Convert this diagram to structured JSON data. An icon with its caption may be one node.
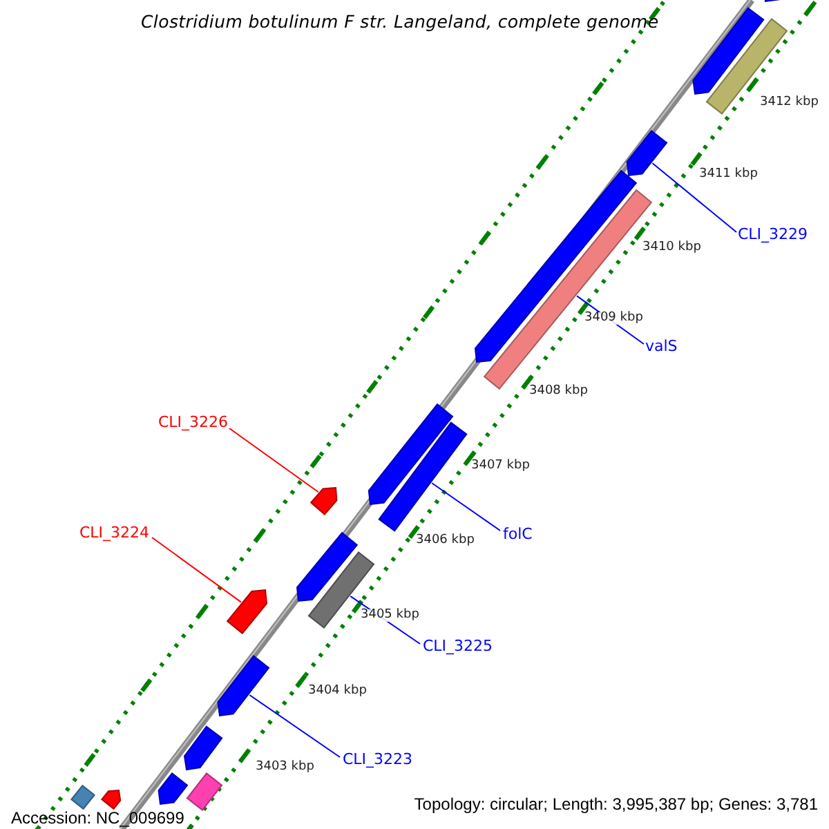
{
  "diagram": {
    "title": "Clostridium botulinum F str. Langeland, complete genome",
    "nodes": [
      {
        "text": [
          "CLI_3229"
        ]
      },
      {
        "text": [
          "valS"
        ]
      },
      {
        "text": [
          "CLI_3226"
        ]
      },
      {
        "text": [
          "CLI_3224"
        ]
      },
      {
        "text": [
          "folC"
        ]
      },
      {
        "text": [
          "CLI_3225"
        ]
      },
      {
        "text": [
          "CLI_3223"
        ]
      },
      {
        "text": [],
        "shape": "bar"
      },
      {
        "text": [],
        "shape": "bar"
      },
      {
        "text": [],
        "shape": "bar"
      },
      {
        "text": [],
        "shape": "bar"
      },
      {
        "text": [],
        "shape": "bar"
      },
      {
        "text": [],
        "shape": "bar"
      },
      {
        "text": [],
        "shape": "bar"
      },
      {
        "text": [],
        "shape": "bar"
      },
      {
        "text": [],
        "shape": "bar"
      },
      {
        "text": [],
        "shape": "bar"
      },
      {
        "text": [],
        "shape": "bar"
      },
      {
        "text": [],
        "shape": "bar"
      },
      {
        "text": [],
        "shape": "bar"
      },
      {
        "text": [],
        "shape": "bar"
      },
      {
        "text": [],
        "shape": "bar"
      },
      {
        "text": [],
        "shape": "bar"
      },
      {
        "text": [],
        "shape": "bar"
      },
      {
        "text": [],
        "shape": "bar"
      }
    ],
    "edges": [
      {
        "from": 0,
        "to": 7,
        "arrow": "none"
      },
      {
        "from": 1,
        "to": 8,
        "arrow": "none"
      },
      {
        "from": 2,
        "to": 9,
        "arrow": "none",
        "color": "#ff0000"
      },
      {
        "from": 3,
        "to": 10,
        "arrow": "none",
        "color": "#ff0000"
      },
      {
        "from": 4,
        "to": 11,
        "arrow": "none"
      },
      {
        "from": 5,
        "to": 12,
        "arrow": "none"
      },
      {
        "from": 6,
        "to": 13,
        "arrow": "none"
      }
    ],
    "labels": [
      "3412 kbp",
      "3411 kbp",
      "3410 kbp",
      "3409 kbp",
      "3408 kbp",
      "3407 kbp",
      "3406 kbp",
      "3405 kbp",
      "3404 kbp",
      "3403 kbp",
      "Accession: NC_009699",
      "Topology: circular; Length: 3,995,387 bp; Genes: 3,781"
    ]
  }
}
